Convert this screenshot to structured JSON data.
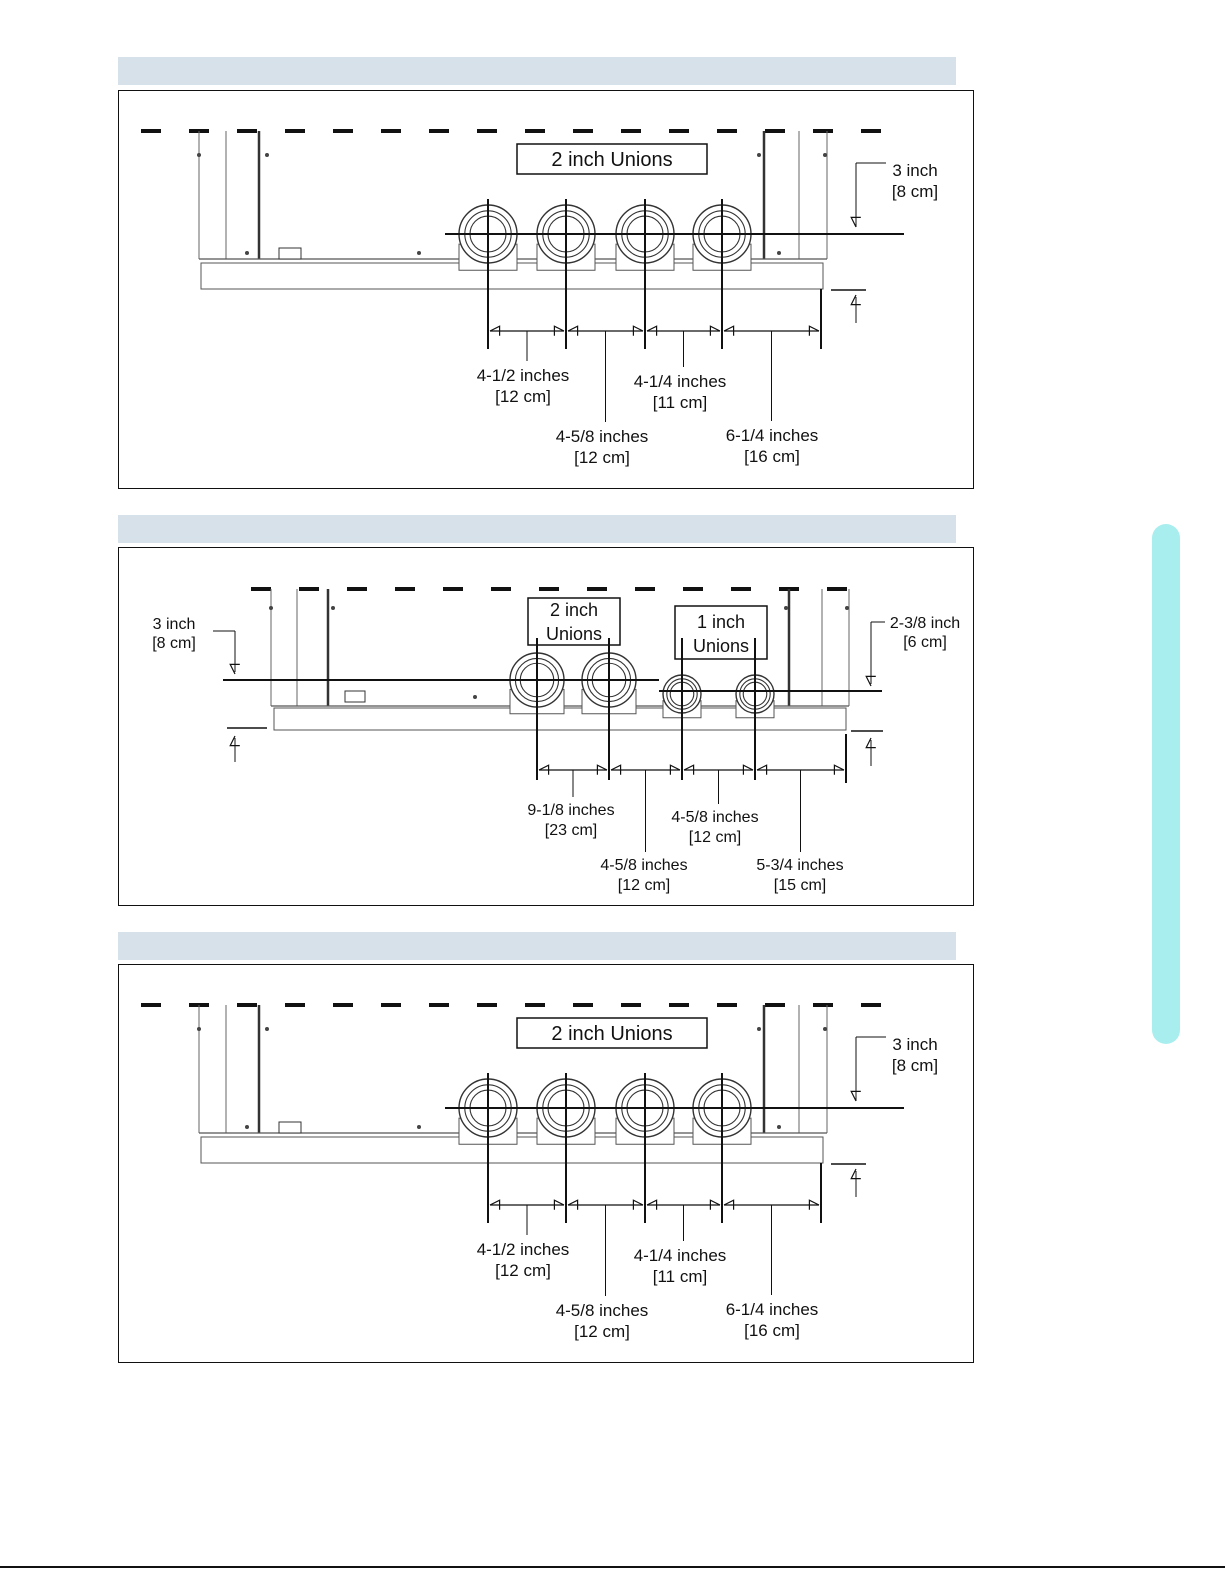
{
  "colors": {
    "header_bar": "#d6e1e9",
    "side_tab": "#a8eeee",
    "line": "#111111"
  },
  "figures": [
    {
      "union_label": "2 inch Unions",
      "offset_top": {
        "line1": "3 inch",
        "line2": "[8 cm]"
      },
      "dims": [
        {
          "line1": "4-1/2 inches",
          "line2": "[12 cm]"
        },
        {
          "line1": "4-5/8 inches",
          "line2": "[12 cm]"
        },
        {
          "line1": "4-1/4 inches",
          "line2": "[11 cm]"
        },
        {
          "line1": "6-1/4 inches",
          "line2": "[16 cm]"
        }
      ]
    },
    {
      "union_label_a": {
        "line1": "2 inch",
        "line2": "Unions"
      },
      "union_label_b": {
        "line1": "1 inch",
        "line2": "Unions"
      },
      "offset_left": {
        "line1": "3 inch",
        "line2": "[8 cm]"
      },
      "offset_right": {
        "line1": "2-3/8 inch",
        "line2": "[6 cm]"
      },
      "dims": [
        {
          "line1": "9-1/8 inches",
          "line2": "[23 cm]"
        },
        {
          "line1": "4-5/8 inches",
          "line2": "[12 cm]"
        },
        {
          "line1": "4-5/8 inches",
          "line2": "[12 cm]"
        },
        {
          "line1": "5-3/4 inches",
          "line2": "[15 cm]"
        }
      ]
    },
    {
      "union_label": "2 inch Unions",
      "offset_top": {
        "line1": "3 inch",
        "line2": "[8 cm]"
      },
      "dims": [
        {
          "line1": "4-1/2 inches",
          "line2": "[12 cm]"
        },
        {
          "line1": "4-5/8 inches",
          "line2": "[12 cm]"
        },
        {
          "line1": "4-1/4 inches",
          "line2": "[11 cm]"
        },
        {
          "line1": "6-1/4 inches",
          "line2": "[16 cm]"
        }
      ]
    }
  ]
}
